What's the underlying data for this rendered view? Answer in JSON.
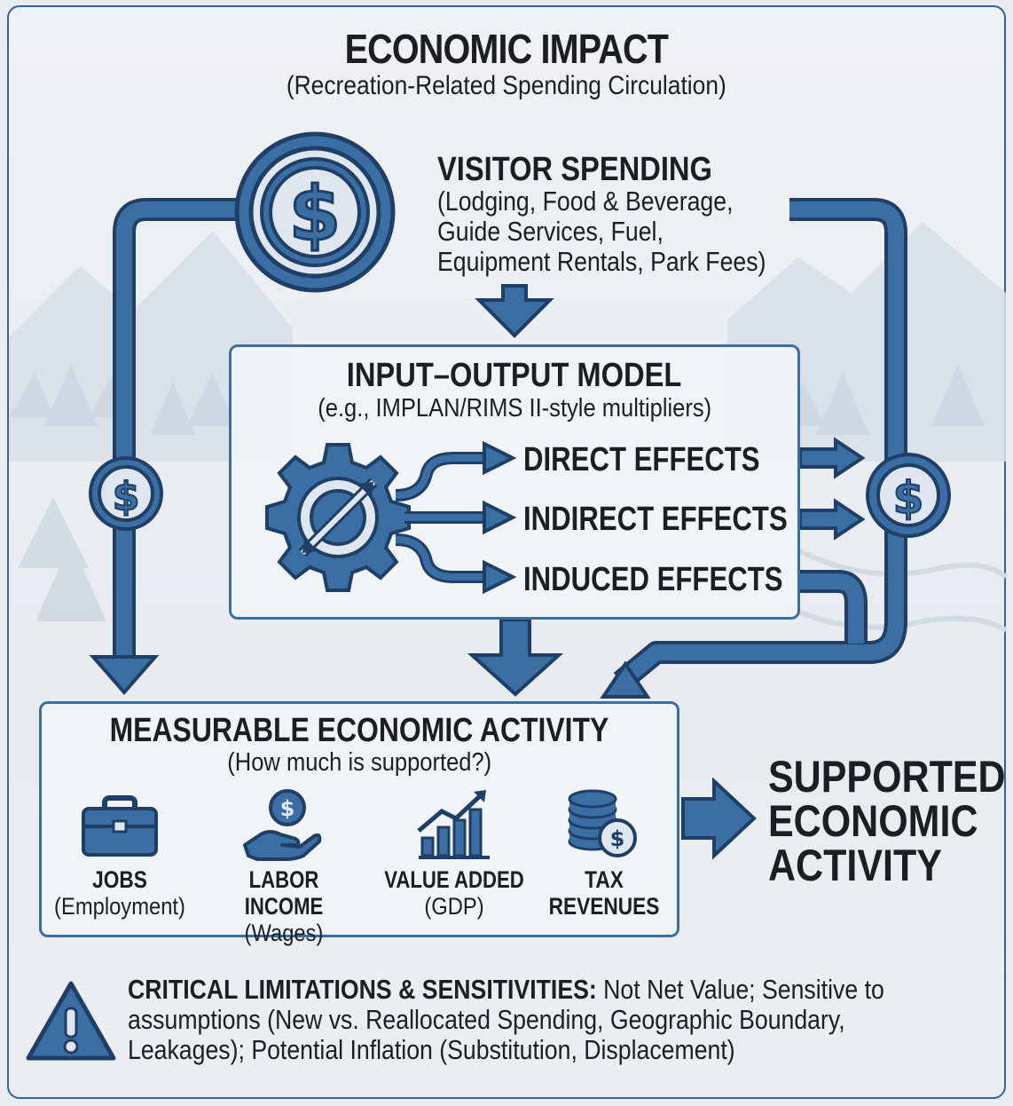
{
  "header": {
    "title": "ECONOMIC IMPACT",
    "subtitle": "(Recreation-Related Spending Circulation)"
  },
  "visitor_spending": {
    "title": "VISITOR SPENDING",
    "lines": [
      "(Lodging, Food & Beverage,",
      "Guide Services, Fuel,",
      "Equipment Rentals, Park Fees)"
    ]
  },
  "model": {
    "title": "INPUT–OUTPUT MODEL",
    "subtitle": "(e.g., IMPLAN/RIMS II-style multipliers)",
    "effects": [
      "DIRECT EFFECTS",
      "INDIRECT EFFECTS",
      "INDUCED EFFECTS"
    ]
  },
  "activity": {
    "title": "MEASURABLE ECONOMIC ACTIVITY",
    "subtitle": "(How much is supported?)",
    "metrics": [
      {
        "label": "JOBS",
        "sub": "(Employment)",
        "icon": "briefcase-icon"
      },
      {
        "label": "LABOR INCOME",
        "sub": "(Wages)",
        "icon": "hand-coin-icon"
      },
      {
        "label": "VALUE ADDED",
        "sub": "(GDP)",
        "icon": "growth-chart-icon"
      },
      {
        "label": "TAX",
        "sub": "REVENUES",
        "icon": "coin-stack-icon"
      }
    ]
  },
  "result": {
    "lines": [
      "SUPPORTED",
      "ECONOMIC",
      "ACTIVITY"
    ]
  },
  "limitations": {
    "heading": "CRITICAL LIMITATIONS & SENSITIVITIES:",
    "line1_rest": " Not Net Value; Sensitive to",
    "line2": "assumptions (New vs. Reallocated Spending, Geographic Boundary,",
    "line3": "Leakages); Potential Inflation (Substitution, Displacement)"
  },
  "colors": {
    "accent": "#3b6ea3",
    "dark_blue": "#1f3f66",
    "text": "#1b1f24",
    "background": "#e9edf2"
  }
}
